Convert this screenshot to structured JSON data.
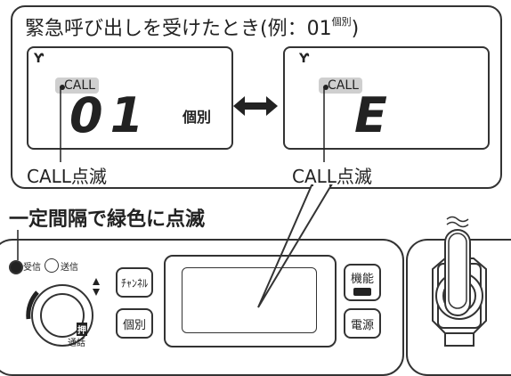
{
  "callout": {
    "title": "緊急呼び出しを受けたとき(例：01",
    "title_sup": "個別",
    "title_close": ")"
  },
  "panel_left": {
    "call_label": "CALL",
    "digits": "01",
    "suffix": "個別",
    "caption": "CALL点滅"
  },
  "panel_right": {
    "call_label": "CALL",
    "digits": "E",
    "caption": "CALL点滅"
  },
  "device": {
    "green_label": "一定間隔で緑色に点滅",
    "rx_label": "受信",
    "tx_label": "送信",
    "channel_button": "ﾁｬﾝﾈﾙ",
    "individual_button": "個別",
    "function_button": "機能",
    "power_button": "電源",
    "ptt_top": "押",
    "ptt_bottom": "通話"
  }
}
